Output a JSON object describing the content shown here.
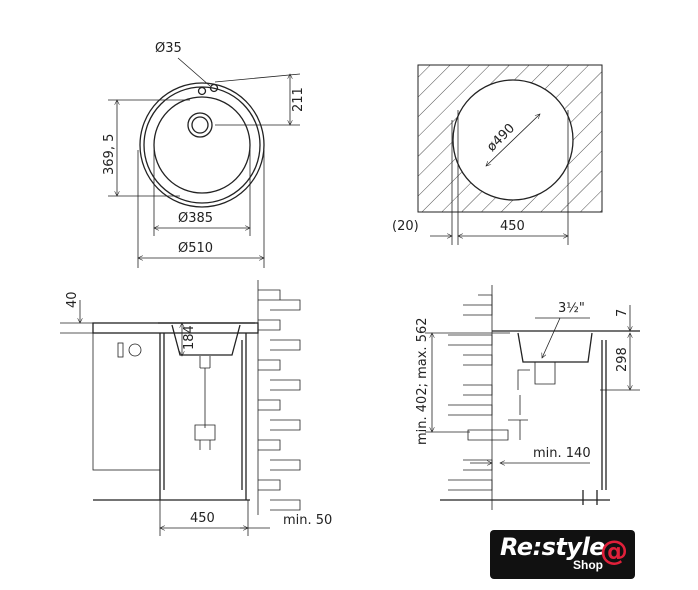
{
  "top_view": {
    "hole_dia": "Ø35",
    "drain_offset": "211",
    "depth_offset": "369, 5",
    "inner_dia": "Ø385",
    "outer_dia": "Ø510"
  },
  "cutout_view": {
    "cutout_dia": "ø490",
    "edge_gap": "(20)",
    "cabinet_width": "450"
  },
  "side_view_left": {
    "counter_thickness": "40",
    "bowl_depth": "184",
    "cabinet_width": "450",
    "wall_gap": "min. 50"
  },
  "side_view_right": {
    "drain_size": "3½\"",
    "rim_height": "7",
    "total_depth": "298",
    "drain_height": "min. 402; max. 562",
    "wall_distance": "min. 140"
  },
  "logo": {
    "text": "Re:style",
    "sub": "Shop",
    "accent": "#e0203a"
  }
}
